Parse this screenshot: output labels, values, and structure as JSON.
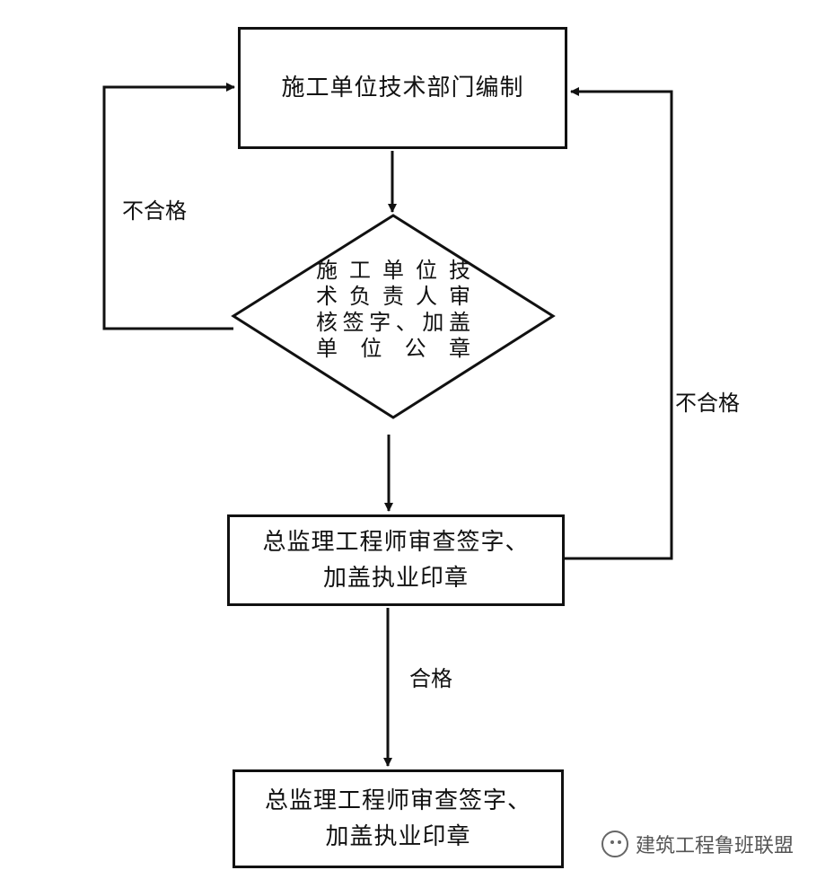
{
  "nodes": {
    "compile": {
      "text": "施工单位技术部门编制"
    },
    "tech_review": {
      "lines": [
        "施工单位技",
        "术负责人审",
        "核签字、加盖",
        "单位公章"
      ]
    },
    "chief_review": {
      "lines": [
        "总监理工程师审查签字、",
        "加盖执业印章"
      ]
    },
    "final": {
      "lines": [
        "总监理工程师审查签字、",
        "加盖执业印章"
      ]
    }
  },
  "edges": {
    "reject_left": "不合格",
    "reject_right": "不合格",
    "pass": "合格"
  },
  "watermark": {
    "text": "建筑工程鲁班联盟",
    "icon": "wechat-icon"
  },
  "colors": {
    "line": "#111111",
    "background": "#ffffff"
  }
}
